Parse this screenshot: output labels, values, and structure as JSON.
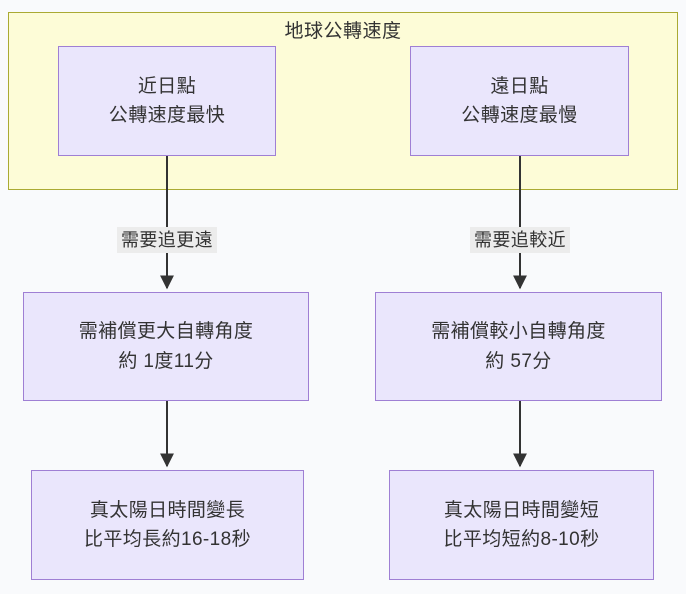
{
  "diagram": {
    "type": "flowchart",
    "direction": "top-down",
    "background_color": "#f9fafc",
    "subgraph": {
      "title": "地球公轉速度",
      "fill_color": "#fdfcd7",
      "border_color": "#aaaa33"
    },
    "node_style": {
      "fill_color": "#eae6fc",
      "border_color": "#9f7fd4",
      "text_color": "#333333"
    },
    "edge_style": {
      "line_color": "#333333",
      "label_background": "#ececec"
    },
    "nodes": [
      {
        "id": "perihelion",
        "line1": "近日點",
        "line2": "公轉速度最快",
        "row": "top",
        "column": "left"
      },
      {
        "id": "aphelion",
        "line1": "遠日點",
        "line2": "公轉速度最慢",
        "row": "top",
        "column": "right"
      },
      {
        "id": "compensate_large",
        "line1": "需補償更大自轉角度",
        "line2": "約 1度11分",
        "row": "middle",
        "column": "left"
      },
      {
        "id": "compensate_small",
        "line1": "需補償較小自轉角度",
        "line2": "約 57分",
        "row": "middle",
        "column": "right"
      },
      {
        "id": "result_longer",
        "line1": "真太陽日時間變長",
        "line2": "比平均長約16-18秒",
        "row": "bottom",
        "column": "left"
      },
      {
        "id": "result_shorter",
        "line1": "真太陽日時間變短",
        "line2": "比平均短約8-10秒",
        "row": "bottom",
        "column": "right"
      }
    ],
    "edges": [
      {
        "id": "edge-left-1",
        "from": "perihelion",
        "to": "compensate_large",
        "label": "需要追更遠"
      },
      {
        "id": "edge-right-1",
        "from": "aphelion",
        "to": "compensate_small",
        "label": "需要追較近"
      },
      {
        "id": "edge-left-2",
        "from": "compensate_large",
        "to": "result_longer",
        "label": ""
      },
      {
        "id": "edge-right-2",
        "from": "compensate_small",
        "to": "result_shorter",
        "label": ""
      }
    ]
  }
}
